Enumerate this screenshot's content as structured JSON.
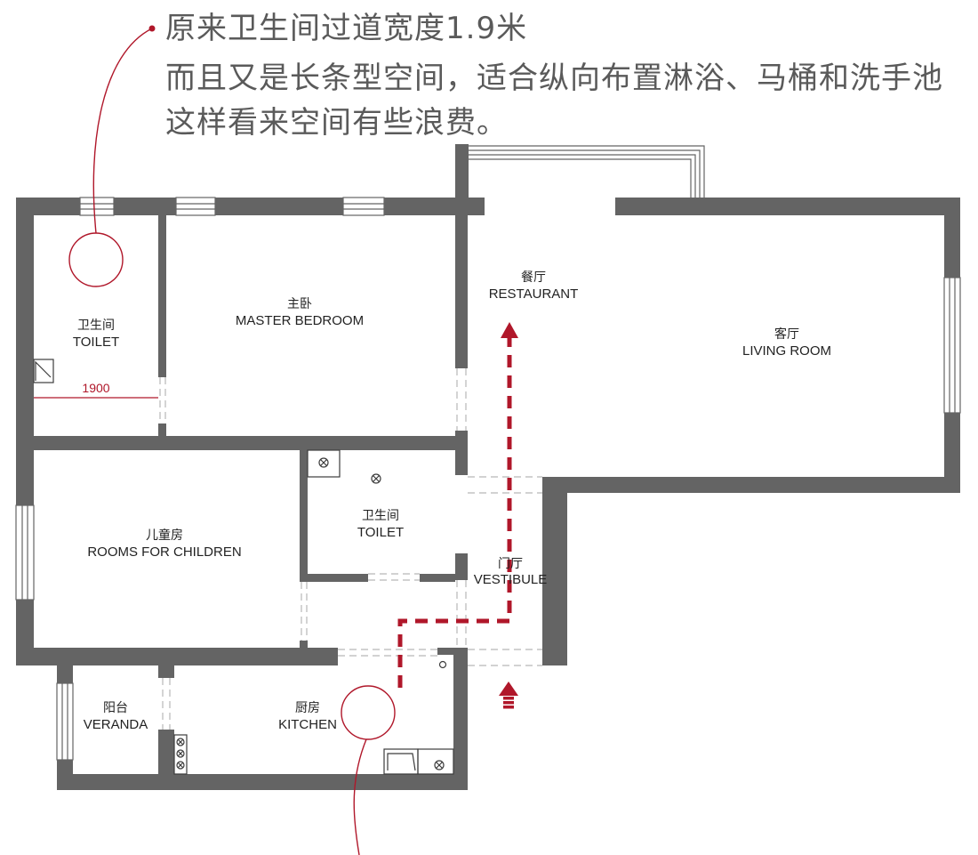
{
  "headline": {
    "line1": "原来卫生间过道宽度1.9米",
    "line2": "而且又是长条型空间，适合纵向布置淋浴、马桶和洗手池",
    "line3": "这样看来空间有些浪费。"
  },
  "rooms": {
    "toilet_master": {
      "cn": "卫生间",
      "en": "TOILET"
    },
    "master_bedroom": {
      "cn": "主卧",
      "en": "MASTER BEDROOM"
    },
    "restaurant": {
      "cn": "餐厅",
      "en": "RESTAURANT"
    },
    "living_room": {
      "cn": "客厅",
      "en": "LIVING ROOM"
    },
    "children": {
      "cn": "儿童房",
      "en": "ROOMS FOR CHILDREN"
    },
    "toilet_second": {
      "cn": "卫生间",
      "en": "TOILET"
    },
    "vestibule": {
      "cn": "门厅",
      "en": "VESTIBULE"
    },
    "veranda": {
      "cn": "阳台",
      "en": "VERANDA"
    },
    "kitchen": {
      "cn": "厨房",
      "en": "KITCHEN"
    }
  },
  "dimension": {
    "value": "1900"
  },
  "colors": {
    "accent": "#b0172a",
    "wall": "#646464",
    "text": "#5a5a5a"
  }
}
